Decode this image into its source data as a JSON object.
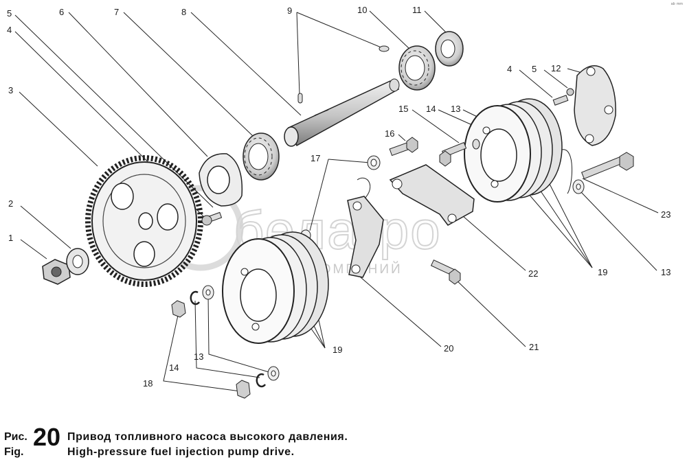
{
  "figure": {
    "prefix_ru": "Рис.",
    "prefix_en": "Fig.",
    "number": "20",
    "title_ru": "Привод топливного насоса высокого давления.",
    "title_en": "High-pressure fuel injection pump drive."
  },
  "watermark": {
    "brand": "белагро",
    "tagline": "ГРУППА КОМПАНИЙ"
  },
  "corner_mark": "ᵃᵇ ᵐᵐ",
  "callouts": [
    {
      "id": "c1",
      "text": "1"
    },
    {
      "id": "c2",
      "text": "2"
    },
    {
      "id": "c3",
      "text": "3"
    },
    {
      "id": "c4a",
      "text": "4"
    },
    {
      "id": "c5a",
      "text": "5"
    },
    {
      "id": "c6",
      "text": "6"
    },
    {
      "id": "c7",
      "text": "7"
    },
    {
      "id": "c8",
      "text": "8"
    },
    {
      "id": "c9",
      "text": "9"
    },
    {
      "id": "c10",
      "text": "10"
    },
    {
      "id": "c11",
      "text": "11"
    },
    {
      "id": "c4b",
      "text": "4"
    },
    {
      "id": "c5b",
      "text": "5"
    },
    {
      "id": "c12",
      "text": "12"
    },
    {
      "id": "c15",
      "text": "15"
    },
    {
      "id": "c14a",
      "text": "14"
    },
    {
      "id": "c13a",
      "text": "13"
    },
    {
      "id": "c16",
      "text": "16"
    },
    {
      "id": "c17",
      "text": "17"
    },
    {
      "id": "c23",
      "text": "23"
    },
    {
      "id": "c22",
      "text": "22"
    },
    {
      "id": "c19a",
      "text": "19"
    },
    {
      "id": "c13b",
      "text": "13"
    },
    {
      "id": "c19b",
      "text": "19"
    },
    {
      "id": "c20",
      "text": "20"
    },
    {
      "id": "c21",
      "text": "21"
    },
    {
      "id": "c13c",
      "text": "13"
    },
    {
      "id": "c14b",
      "text": "14"
    },
    {
      "id": "c18",
      "text": "18"
    }
  ]
}
